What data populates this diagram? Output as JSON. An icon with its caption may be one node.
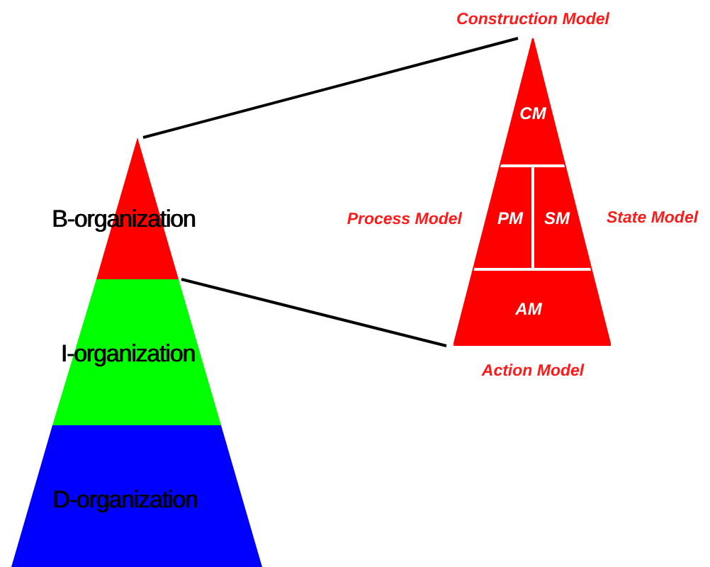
{
  "diagram": {
    "nodes": [
      {
        "text": [
          "B-organization"
        ]
      },
      {
        "text": [
          "I-organization"
        ]
      },
      {
        "text": [
          "D-organization"
        ]
      },
      {
        "text": [],
        "shape": "triangle"
      },
      {
        "text": [
          "CM"
        ],
        "in": 3,
        "beside": [
          "Construction Model"
        ]
      },
      {
        "text": [
          "PM"
        ],
        "in": 3,
        "beside": [
          "Process Model"
        ]
      },
      {
        "text": [
          "SM"
        ],
        "in": 3,
        "beside": [
          "State Model"
        ]
      },
      {
        "text": [
          "AM"
        ],
        "in": 3,
        "beside": [
          "Action Model"
        ]
      }
    ],
    "edges": [
      {
        "from": 0,
        "to": 3,
        "arrow": "none"
      },
      {
        "from": 0,
        "to": 3,
        "arrow": "none"
      }
    ]
  }
}
